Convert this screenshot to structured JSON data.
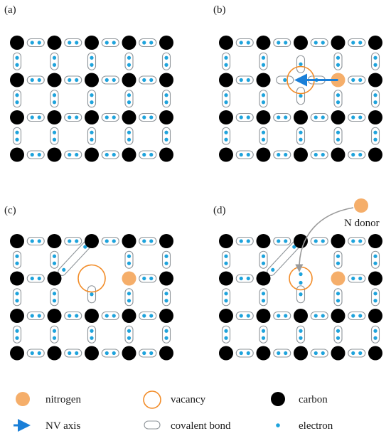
{
  "panels": [
    {
      "label": "(a)",
      "variant": "perfect"
    },
    {
      "label": "(b)",
      "variant": "nv_axis"
    },
    {
      "label": "(c)",
      "variant": "broken_bond"
    },
    {
      "label": "(d)",
      "variant": "n_donor",
      "donor_label": "N donor"
    }
  ],
  "legend": {
    "nitrogen": "nitrogen",
    "vacancy": "vacancy",
    "carbon": "carbon",
    "nv_axis": "NV axis",
    "covalent_bond": "covalent bond",
    "electron": "electron"
  },
  "colors": {
    "carbon": "#000000",
    "nitrogen": "#F5AE6A",
    "vacancy": "#F28C28",
    "electron": "#1EA3DC",
    "nv_arrow": "#1A7FD8",
    "bond_outline": "#8E9499",
    "donor_arrow": "#9A9A9A"
  }
}
